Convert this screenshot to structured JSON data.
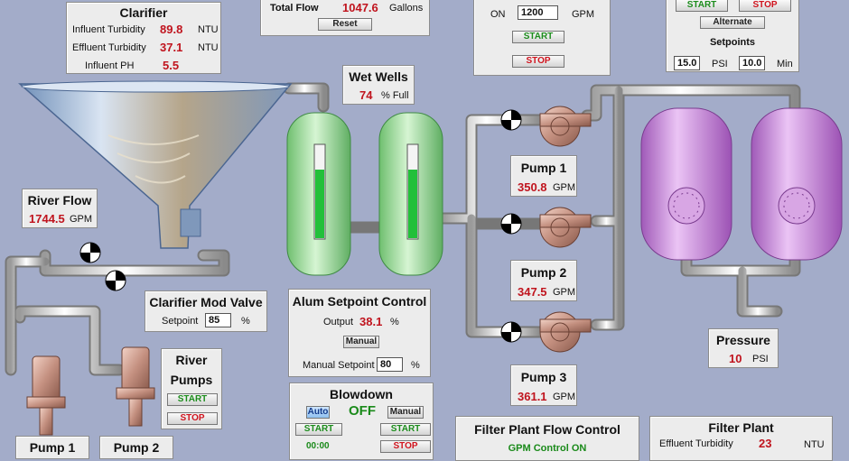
{
  "clarifier": {
    "title": "Clarifier",
    "rows": [
      {
        "label": "Influent Turbidity",
        "value": "89.8",
        "unit": "NTU"
      },
      {
        "label": "Effluent Turbidity",
        "value": "37.1",
        "unit": "NTU"
      },
      {
        "label": "Influent PH",
        "value": "5.5",
        "unit": ""
      }
    ]
  },
  "total_flow": {
    "label": "Total Flow",
    "value": "1047.6",
    "unit": "Gallons",
    "reset": "Reset"
  },
  "gpm_panel": {
    "on_label": "ON",
    "value": "1200",
    "unit": "GPM",
    "start": "START",
    "stop": "STOP"
  },
  "setpoints_panel": {
    "start": "START",
    "stop": "STOP",
    "alternate": "Alternate",
    "title": "Setpoints",
    "psi_value": "15.0",
    "psi_unit": "PSI",
    "min_value": "10.0",
    "min_unit": "Min"
  },
  "wet_wells": {
    "title": "Wet Wells",
    "value": "74",
    "unit": "% Full",
    "level_fraction": 0.74
  },
  "river_flow": {
    "title": "River Flow",
    "value": "1744.5",
    "unit": "GPM"
  },
  "clarifier_valve": {
    "title": "Clarifier Mod Valve",
    "label": "Setpoint",
    "value": "85",
    "unit": "%"
  },
  "river_pumps": {
    "title": "River",
    "title2": "Pumps",
    "start": "START",
    "stop": "STOP"
  },
  "alum": {
    "title": "Alum Setpoint Control",
    "output_label": "Output",
    "output_value": "38.1",
    "output_unit": "%",
    "manual": "Manual",
    "setpoint_label": "Manual Setpoint",
    "setpoint_value": "80",
    "setpoint_unit": "%"
  },
  "blowdown": {
    "title": "Blowdown",
    "auto": "Auto",
    "state": "OFF",
    "manual": "Manual",
    "start1": "START",
    "start2": "START",
    "time": "00:00",
    "stop": "STOP"
  },
  "pump1": {
    "title": "Pump 1",
    "value": "350.8",
    "unit": "GPM"
  },
  "pump2": {
    "title": "Pump 2",
    "value": "347.5",
    "unit": "GPM"
  },
  "pump3": {
    "title": "Pump 3",
    "value": "361.1",
    "unit": "GPM"
  },
  "pressure": {
    "title": "Pressure",
    "value": "10",
    "unit": "PSI"
  },
  "filter_flow": {
    "title": "Filter Plant Flow Control",
    "status": "GPM Control ON"
  },
  "filter_plant": {
    "title": "Filter Plant",
    "label": "Effluent Turbidity",
    "value": "23",
    "unit": "NTU"
  },
  "bottom_pumps": {
    "pump1": "Pump 1",
    "pump2": "Pump 2"
  }
}
